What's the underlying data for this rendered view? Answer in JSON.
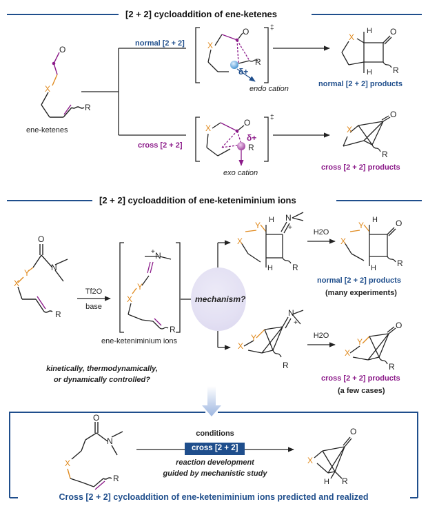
{
  "section1": {
    "title": "[2 + 2] cycloaddition of ene-ketenes",
    "substrate_label": "ene-ketenes",
    "normal_path_label": "normal [2 + 2]",
    "cross_path_label": "cross [2 + 2]",
    "endo_label": "endo cation",
    "exo_label": "exo cation",
    "normal_products": "normal [2 + 2] products",
    "cross_products": "cross [2 + 2] products",
    "ts_mark": "‡",
    "delta_plus": "δ+"
  },
  "section2": {
    "title": "[2 + 2] cycloaddition of ene-keteniminium ions",
    "reagent_top": "Tf2O",
    "reagent_bottom": "base",
    "intermediate_label": "ene-keteniminium ions",
    "mechanism": "mechanism?",
    "question_line1": "kinetically, thermodynamically,",
    "question_line2": "or dynamically controlled?",
    "water_top": "H2O",
    "water_bottom": "H2O",
    "normal_products": "normal [2 + 2] products",
    "normal_note": "(many experiments)",
    "cross_products": "cross [2 + 2] products",
    "cross_note": "(a few cases)"
  },
  "section3": {
    "conditions": "conditions",
    "badge": "cross [2 + 2]",
    "development_line1": "reaction development",
    "development_line2": "guided by mechanistic study",
    "footer": "Cross [2 + 2] cycloaddition of ene-keteniminium ions predicted and realized"
  },
  "atoms": {
    "X": "X",
    "Y": "Y",
    "R": "R",
    "O": "O",
    "N": "N",
    "H": "H",
    "plus": "+"
  },
  "colors": {
    "blue": "#1f4e8c",
    "purple": "#8b1a89",
    "orange": "#e08a1e",
    "bubble": "#e4e1f4"
  }
}
